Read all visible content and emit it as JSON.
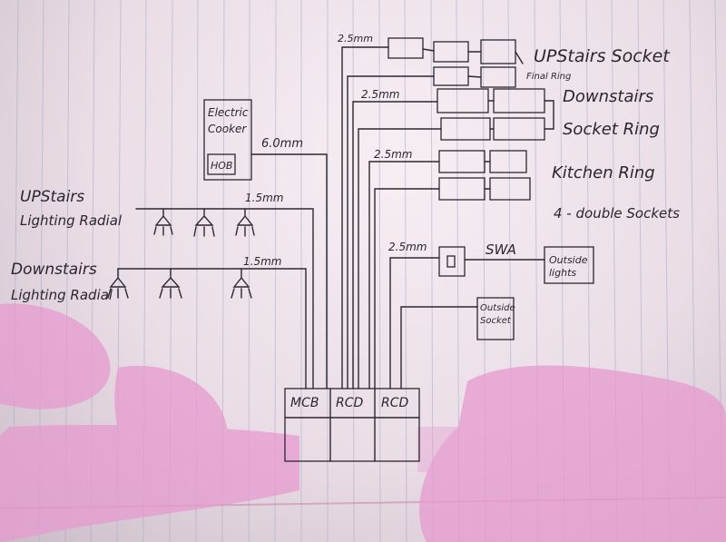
{
  "consumer_unit": {
    "mcb": "MCB",
    "rcd1": "RCD",
    "rcd2": "RCD"
  },
  "cooker": {
    "label_1": "Electric",
    "label_2": "Cooker",
    "label_3": "HOB",
    "cable": "6.0mm"
  },
  "upstairs_lighting": {
    "line1": "UPStairs",
    "line2": "Lighting Radial",
    "cable": "1.5mm"
  },
  "downstairs_lighting": {
    "line1": "Downstairs",
    "line2": "Lighting Radial",
    "cable": "1.5mm"
  },
  "upstairs_sockets": {
    "line1": "UPStairs Socket",
    "line2": "Final Ring",
    "cable": "2.5mm"
  },
  "downstairs_sockets": {
    "line1": "Downstairs",
    "line2": "Socket Ring",
    "cable": "2.5mm"
  },
  "kitchen_ring": {
    "line1": "Kitchen Ring",
    "line2": "4 - double Sockets",
    "cable": "2.5mm"
  },
  "outside": {
    "cable": "2.5mm",
    "swa": "SWA",
    "lights_1": "Outside",
    "lights_2": "lights",
    "socket_1": "Outside",
    "socket_2": "Socket"
  },
  "colors": {
    "ink": "#2b2730",
    "paper": "#f4ecf2",
    "rule": "#9fa6c4",
    "margin": "#c97aa3",
    "pink": "#e79ad0"
  }
}
